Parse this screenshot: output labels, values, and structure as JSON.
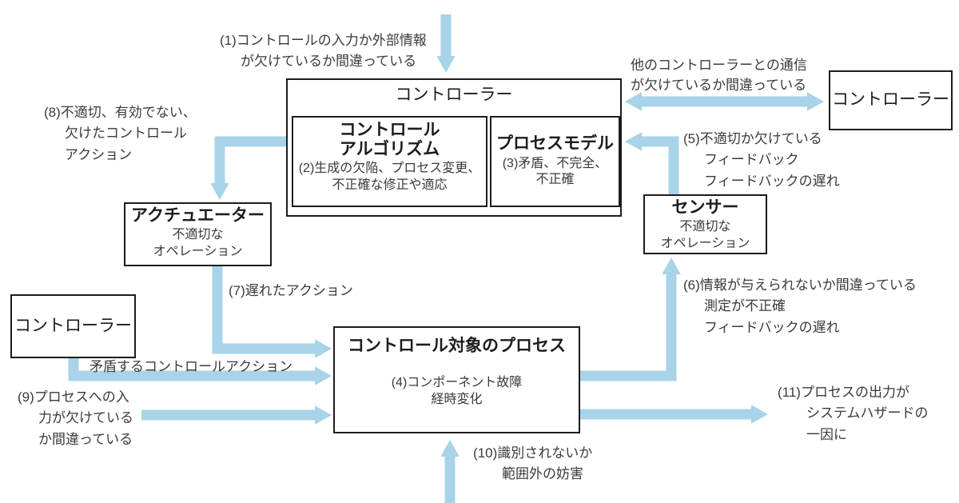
{
  "colors": {
    "arrow": "#a8d3e9",
    "box_border": "#1c1c1c",
    "text": "#3a3a3a",
    "background": "#ffffff"
  },
  "boxes": {
    "main_controller": {
      "title": "コントローラー"
    },
    "control_algorithm": {
      "title": "コントロール\nアルゴリズム",
      "note": "(2)生成の欠陥、プロセス変更、\n不正確な修正や適応"
    },
    "process_model": {
      "title": "プロセスモデル",
      "note": "(3)矛盾、不完全、\n不正確"
    },
    "right_controller": {
      "title": "コントローラー"
    },
    "left_controller": {
      "title": "コントローラー"
    },
    "actuator": {
      "title": "アクチュエーター",
      "note": "不適切な\nオペレーション"
    },
    "sensor": {
      "title": "センサー",
      "note": "不適切な\nオペレーション"
    },
    "controlled_process": {
      "title": "コントロール対象のプロセス",
      "note": "(4)コンポーネント故障\n経時変化"
    }
  },
  "labels": {
    "l1": "(1)コントロールの入力か外部情報\nが欠けているか間違っている",
    "l_comm": "他のコントローラーとの通信\nが欠けているか間違っている",
    "l8": "(8)不適切、有効でない、\n欠けたコントロール\nアクション",
    "l5": "(5)不適切か欠けている\nフィードバック\nフィードバックの遅れ",
    "l7": "(7)遅れたアクション",
    "l6": "(6)情報が与えられないか間違っている\n測定が不正確\nフィードバックの遅れ",
    "l_conflict": "矛盾するコントロールアクション",
    "l9": "(9)プロセスへの入\n力が欠けている\nか間違っている",
    "l11": "(11)プロセスの出力が\nシステムハザードの\n一因に",
    "l10": "(10)識別されないか\n範囲外の妨害"
  }
}
